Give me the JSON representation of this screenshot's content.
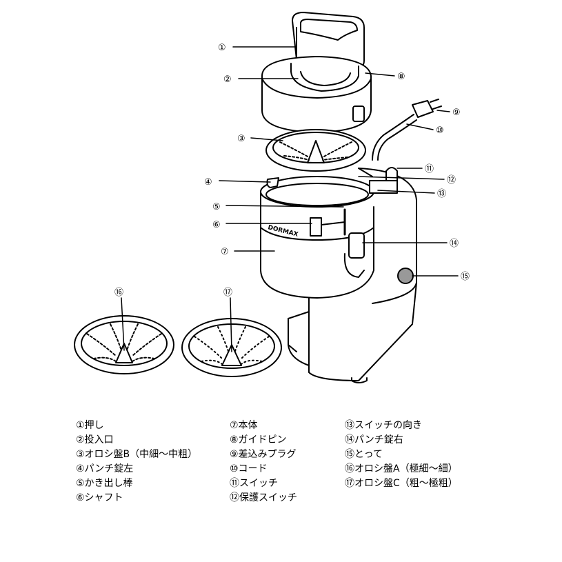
{
  "callouts": {
    "c1": "①",
    "c2": "②",
    "c3": "③",
    "c4": "④",
    "c5": "⑤",
    "c6": "⑥",
    "c7": "⑦",
    "c8": "⑧",
    "c9": "⑨",
    "c10": "⑩",
    "c11": "⑪",
    "c12": "⑫",
    "c13": "⑬",
    "c14": "⑭",
    "c15": "⑮",
    "c16": "⑯",
    "c17": "⑰"
  },
  "brand_text": "DORMAX",
  "legend": {
    "col1": [
      "①押し",
      "②投入口",
      "③オロシ盤B（中細～中粗）",
      "④パンチ錠左",
      "⑤かき出し棒",
      "⑥シャフト"
    ],
    "col2": [
      "⑦本体",
      "⑧ガイドピン",
      "⑨差込みプラグ",
      "⑩コード",
      "⑪スイッチ",
      "⑫保護スイッチ"
    ],
    "col3": [
      "⑬スイッチの向き",
      "⑭パンチ錠右",
      "⑮とって",
      "⑯オロシ盤A（極細～細）",
      "⑰オロシ盤C（粗～極粗）"
    ]
  }
}
